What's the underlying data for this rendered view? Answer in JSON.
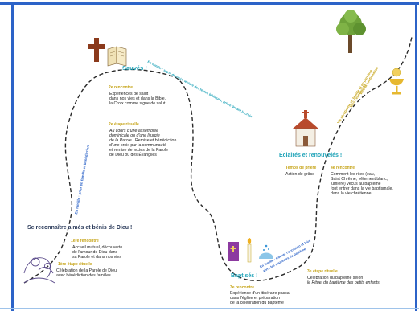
{
  "stages": {
    "welcome": {
      "title": "Se reconnaître aimés et bénis de Dieu !",
      "meeting_label": "1ère rencontre",
      "meeting_text": [
        "Accueil mutuel, découverte",
        "de l'amour de Dieu dans",
        "sa Parole et dans nos vies"
      ],
      "step_label": "1ère étape rituelle",
      "step_text": [
        "Célébration de la Parole de Dieu",
        "avec bénédiction des familles"
      ]
    },
    "saved": {
      "title": "Sauvés !",
      "meeting_label": "2e rencontre",
      "meeting_text": [
        "Expériences de salut",
        "dans nos vies et dans la Bible,",
        "la Croix comme signe de salut"
      ],
      "step_label": "2e étape rituelle",
      "step_text_italic": [
        "Au cours d'une assemblée",
        "dominicale ou d'une liturgie",
        "de la Parole."
      ],
      "step_text": [
        "Remise et bénédiction",
        "d'une croix par la communauté",
        "et remise de textes de la Parole",
        "de Dieu ou des Évangiles"
      ]
    },
    "enlightened": {
      "title": "Éclairés et renouvelés !",
      "prayer_label": "Temps de prière",
      "prayer_text": "Action de grâce",
      "meeting_label": "4e rencontre",
      "meeting_text": [
        "Comment les rites (eau,",
        "Saint Chrême, vêtement blanc,",
        "lumière) vécus au baptême",
        "font entrer dans la vie baptismale,",
        "dans la vie chrétienne"
      ]
    },
    "baptised": {
      "title": "Baptisés !",
      "meeting_label": "3e rencontre",
      "meeting_text": [
        "Expérience d'un itinéraire pascal",
        "dans l'église et préparation",
        "de la célébration du baptême"
      ],
      "step_label": "3e étape rituelle",
      "step_text": [
        "Célébration du baptême selon"
      ],
      "step_text_italic": "le Rituel du baptême des petits enfants"
    }
  },
  "path_labels": {
    "family_prayer": "En famille : prier en famille et bénédiction",
    "family_cross": "En famille : signe de croix, lecture des textes bibliques, prière devant la croix",
    "family_baptism": [
      "En famille : trouver l'occasion et faire",
      "vivre les souvenirs du baptême"
    ],
    "family_life": "Vie chrétienne en famille et en paroisse",
    "eucharist": "Vers l'eucharistie",
    "confirmation": "Vers la confirmation",
    "first_communion": "Vers la communion"
  },
  "colors": {
    "accent_blue": "#2c63c8",
    "teal": "#1fa3b8",
    "gold": "#c6a418",
    "cross_brown": "#8b3a1c",
    "bible_purple": "#8c3aa0",
    "tree_green": "#6ea23a"
  },
  "icons": [
    "cross-icon",
    "bible-icon",
    "chapel-icon",
    "tree-icon",
    "chalice-icon",
    "candle-icon",
    "water-shell-icon",
    "family-drawing-icon"
  ]
}
